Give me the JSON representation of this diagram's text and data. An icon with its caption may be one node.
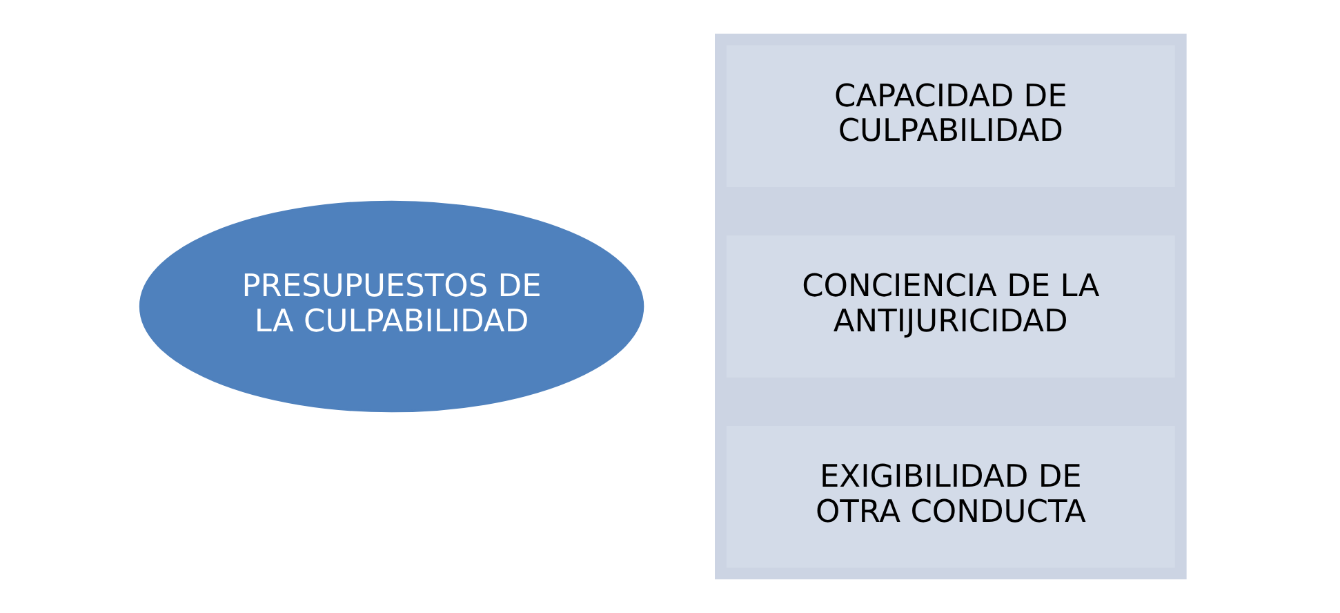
{
  "diagram": {
    "nodes": [
      {
        "text": [
          "PRESUPUESTOS DE LA CULPABILIDAD"
        ]
      },
      {
        "text": [],
        "shape": "box"
      },
      {
        "text": [
          "CAPACIDAD DE CULPABILIDAD"
        ],
        "in": 1
      },
      {
        "text": [
          "CONCIENCIA DE LA ANTIJURICIDAD"
        ],
        "in": 1
      },
      {
        "text": [
          "EXIGIBILIDAD DE OTRA CONDUCTA"
        ],
        "in": 1
      }
    ]
  }
}
